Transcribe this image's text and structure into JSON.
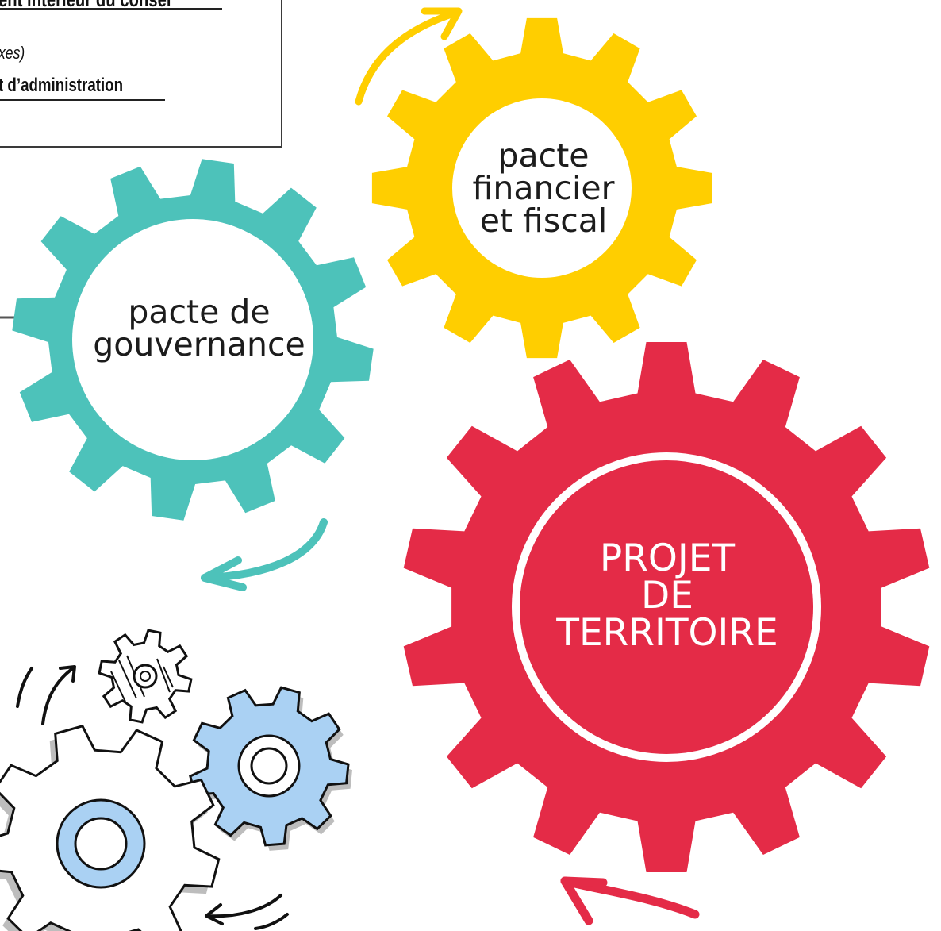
{
  "note_box": {
    "line1": "ent intérieur du consei",
    "line2": "xes)",
    "line3": "t d’administration"
  },
  "gears": {
    "yellow": {
      "name": "pacte financier et fiscal",
      "lines": [
        "pacte",
        "financier",
        "et fiscal"
      ],
      "color": "#FFCE00"
    },
    "teal": {
      "name": "pacte de gouvernance",
      "lines": [
        "pacte de",
        "gouvernance"
      ],
      "color": "#4DC2BA"
    },
    "red": {
      "name": "projet de territoire",
      "lines": [
        "PROJET",
        "DE",
        "TERRITOIRE"
      ],
      "color": "#E42B47"
    }
  },
  "colors": {
    "yellow": "#FFCE00",
    "teal": "#4DC2BA",
    "red": "#E42B47",
    "small_gear_blue": "#AAD1F3",
    "outline": "#111111",
    "shadow": "#bdbdbd"
  }
}
